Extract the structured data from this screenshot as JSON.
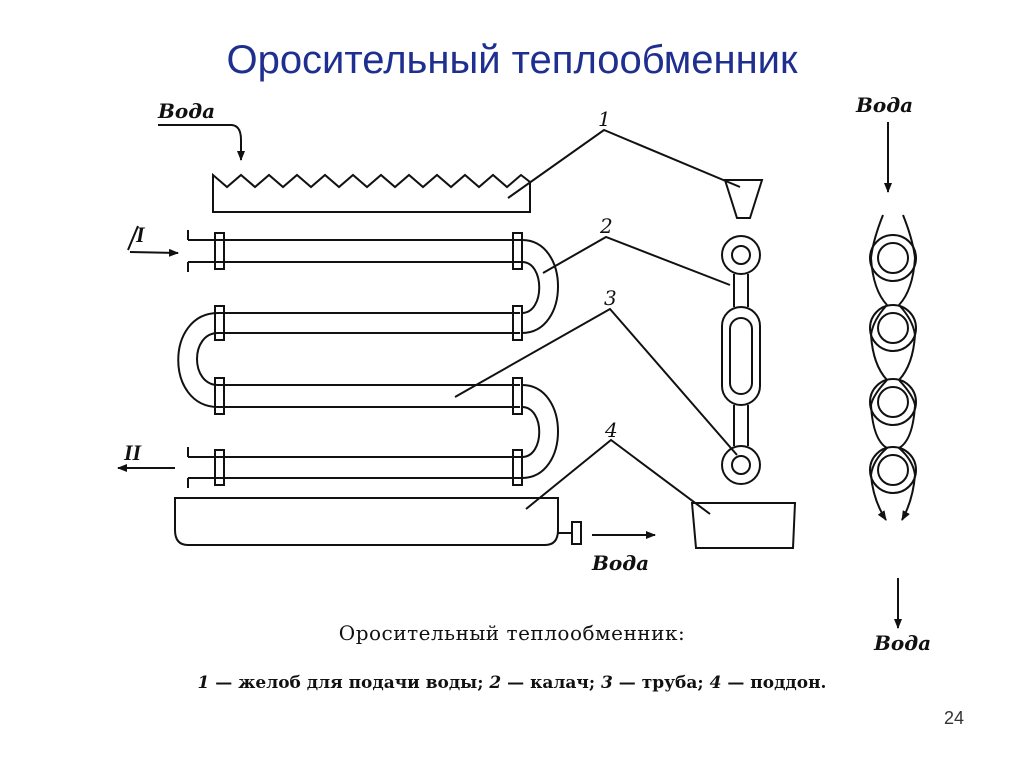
{
  "title": "Оросительный теплообменник",
  "labels": {
    "water_top_left": "Вода",
    "water_top_right": "Вода",
    "water_bottom_center": "Вода",
    "water_bottom_right": "Вода",
    "stream_in": "I",
    "stream_out": "II",
    "n1": "1",
    "n2": "2",
    "n3": "3",
    "n4": "4"
  },
  "caption": {
    "title": "Оросительный теплообменник:",
    "items": [
      {
        "num": "1",
        "text": "желоб для подачи воды;"
      },
      {
        "num": "2",
        "text": "калач;"
      },
      {
        "num": "3",
        "text": "труба;"
      },
      {
        "num": "4",
        "text": "поддон."
      }
    ]
  },
  "page_number": "24"
}
